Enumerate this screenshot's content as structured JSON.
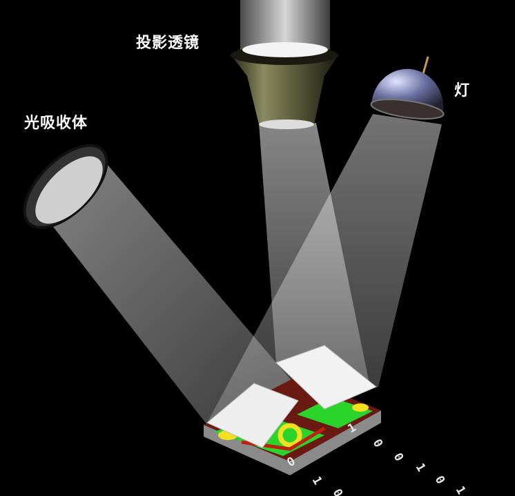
{
  "labels": {
    "projection_lens": "投影透镜",
    "light_absorber": "光吸收体",
    "lamp": "灯"
  },
  "chip_bits": [
    "0",
    "1"
  ],
  "bit_stream_row1": [
    "0",
    "0",
    "1",
    "0",
    "1"
  ],
  "bit_stream_row2": [
    "1",
    "0"
  ],
  "colors": {
    "background": "#000000",
    "lens_collar": "#5a5a3a",
    "lamp_dome": "#7a80a8",
    "mirror": "#eeeeee",
    "circuit_green": "#2bd42b",
    "circuit_yellow": "#f0e020",
    "circuit_red": "#c02010"
  }
}
